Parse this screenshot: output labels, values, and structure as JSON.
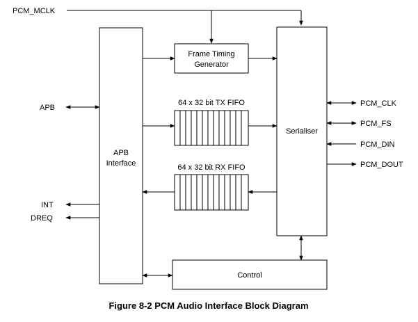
{
  "signals": {
    "mclk": "PCM_MCLK",
    "apb": "APB",
    "int": "INT",
    "dreq": "DREQ",
    "clk": "PCM_CLK",
    "fs": "PCM_FS",
    "din": "PCM_DIN",
    "dout": "PCM_DOUT"
  },
  "blocks": {
    "apb_line1": "APB",
    "apb_line2": "Interface",
    "ftg_line1": "Frame Timing",
    "ftg_line2": "Generator",
    "tx_fifo": "64 x 32 bit TX FIFO",
    "rx_fifo": "64 x 32 bit RX FIFO",
    "serialiser": "Serialiser",
    "control": "Control"
  },
  "caption": "Figure 8-2 PCM Audio Interface Block Diagram"
}
